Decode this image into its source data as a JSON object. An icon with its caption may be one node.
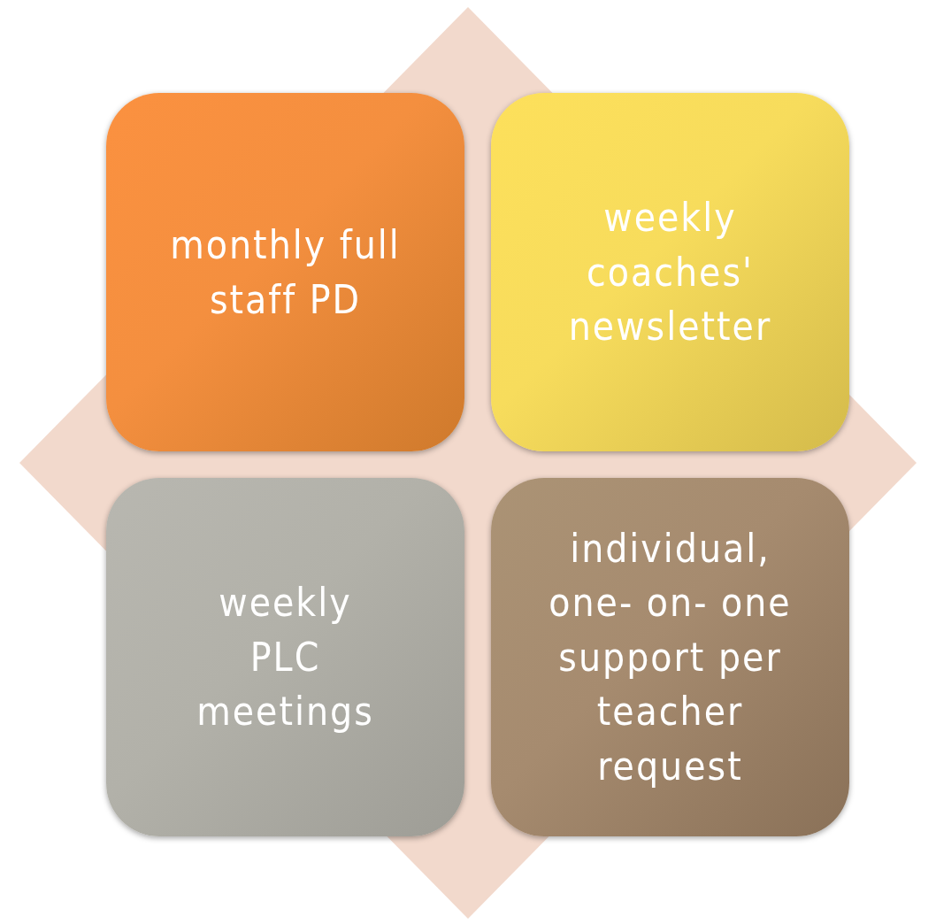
{
  "diagram": {
    "nodes": [
      {
        "text": [],
        "shape": "diamond"
      },
      {
        "text": [
          "monthly full staff PD"
        ],
        "in": 0
      },
      {
        "text": [
          "weekly coaches' newsletter"
        ],
        "in": 0
      },
      {
        "text": [
          "weekly PLC meetings"
        ],
        "in": 0
      },
      {
        "text": [
          "individual, one- on- one support per teacher request"
        ],
        "in": 0
      }
    ]
  }
}
